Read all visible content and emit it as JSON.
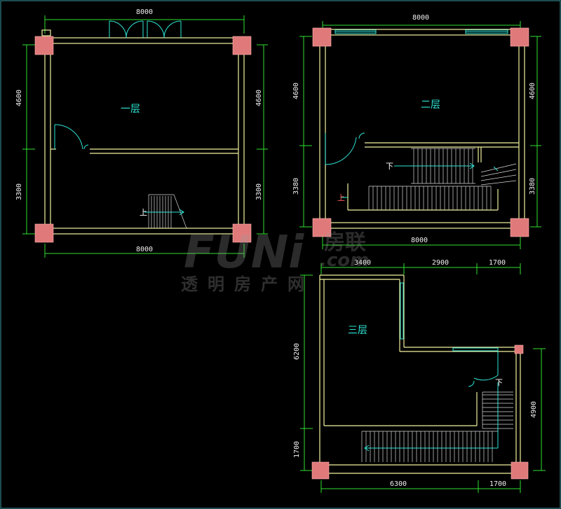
{
  "plans": {
    "floor1": {
      "label": "一层",
      "dim_top": "8000",
      "dim_bottom": "8000",
      "dim_left_upper": "4600",
      "dim_left_lower": "3300",
      "dim_right_upper": "4600",
      "dim_right_lower": "3300",
      "stair_up_label": "上"
    },
    "floor2": {
      "label": "二层",
      "dim_top": "8000",
      "dim_bottom": "8000",
      "dim_left_upper": "4600",
      "dim_left_lower": "3380",
      "dim_right_upper": "4600",
      "dim_right_lower": "3380",
      "stair_down_label": "下",
      "stair_up_label": "上"
    },
    "floor3": {
      "label": "三层",
      "dim_top_a": "3400",
      "dim_top_b": "2900",
      "dim_top_c": "1700",
      "dim_left_upper": "6200",
      "dim_left_lower": "1700",
      "dim_right": "4900",
      "dim_bottom_a": "6300",
      "dim_bottom_b": "1700",
      "stair_down_label": "下"
    }
  },
  "watermark": {
    "brand": "FUNi",
    "brand_cn": "房联",
    "domain": ".com",
    "slogan": "透明房产网"
  },
  "colors": {
    "background": "#000000",
    "wall": "#f2f2a0",
    "dimension": "#2fe02f",
    "column": "#e07a7a",
    "door_window": "#2ee6d6",
    "text": "#f0f0f0"
  }
}
